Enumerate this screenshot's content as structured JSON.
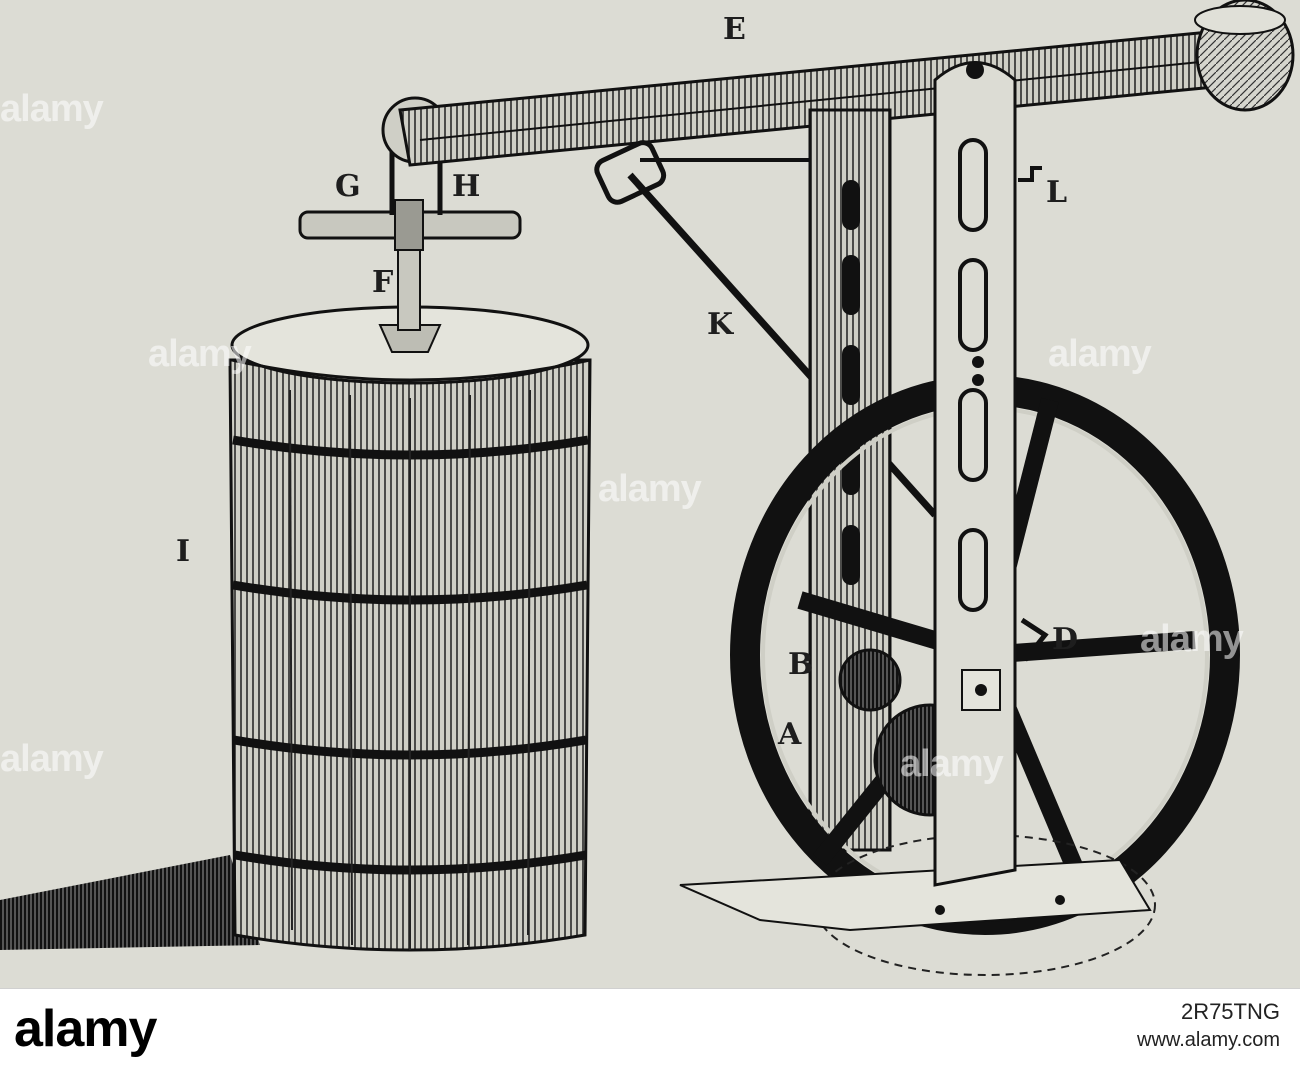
{
  "figure": {
    "labels": {
      "a": "A",
      "b": "B",
      "d": "D",
      "e": "E",
      "f": "F",
      "g": "G",
      "h": "H",
      "i": "I",
      "k": "K",
      "l": "L"
    }
  },
  "watermarks": [
    "alamy",
    "alamy",
    "alamy",
    "alamy",
    "alamy",
    "alamy",
    "alamy"
  ],
  "footer": {
    "brand": "alamy",
    "image_id": "2R75TNG",
    "url": "www.alamy.com"
  }
}
